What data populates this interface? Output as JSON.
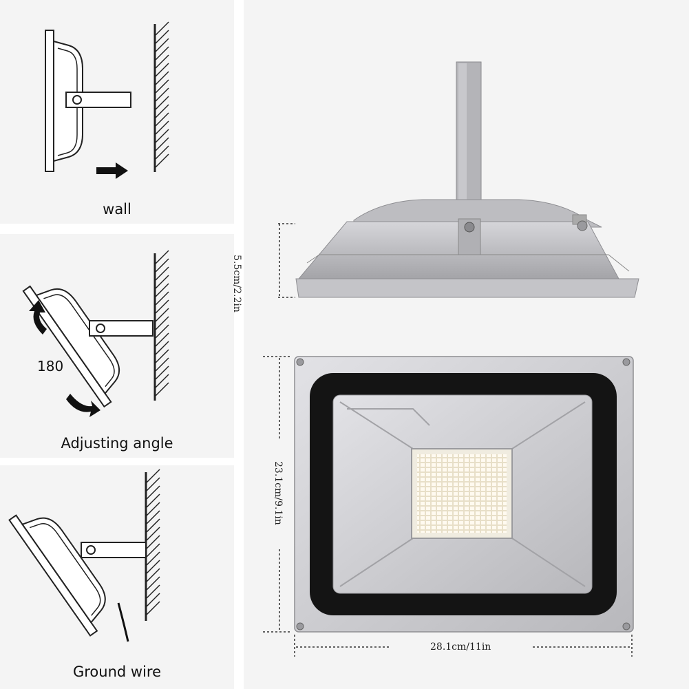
{
  "panels": [
    {
      "label": "wall"
    },
    {
      "label": "Adjusting angle",
      "angle_text": "180"
    },
    {
      "label": "Ground wire"
    }
  ],
  "dimensions": {
    "depth": "5.5cm/2.2in",
    "height": "23.1cm/9.1in",
    "width": "28.1cm/11in"
  },
  "colors": {
    "panel_bg": "#f4f4f4",
    "housing": "#a8a8ac",
    "housing_light": "#c8c8cc",
    "glass": "#141414",
    "led": "#fff8e6"
  }
}
